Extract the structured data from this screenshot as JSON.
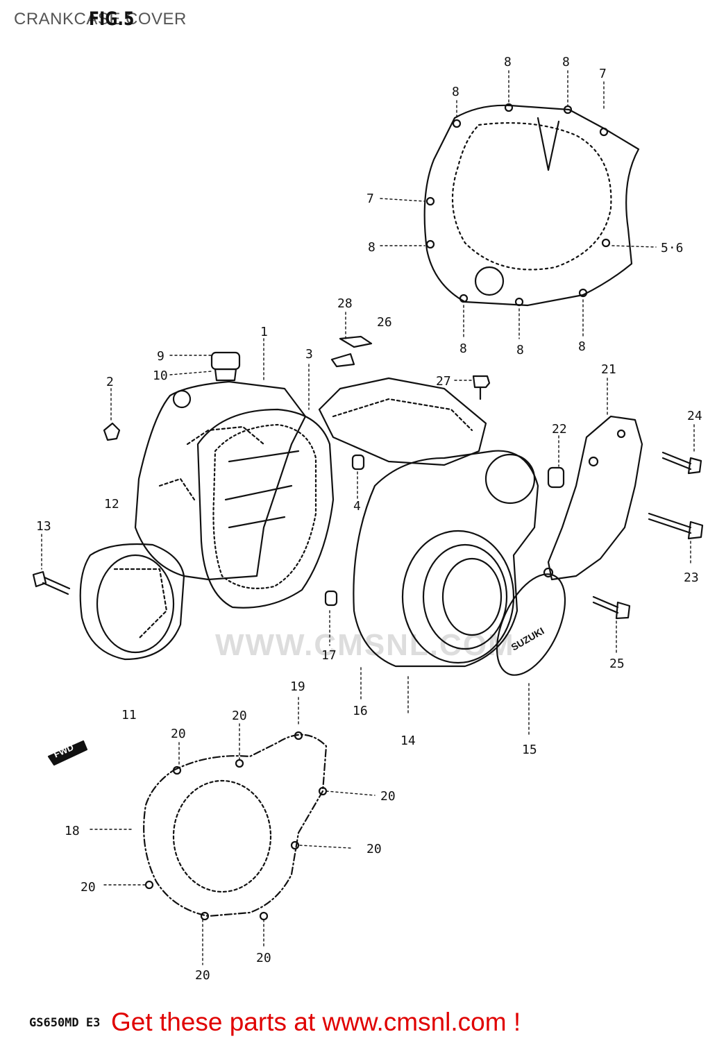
{
  "header": {
    "title": "CRANKCASE COVER",
    "fig_label": "FIG.5"
  },
  "watermark": "WWW.CMSNL.COM",
  "fwd_marker": "FWD",
  "brand_badge": "SUZUKI",
  "part_labels": [
    {
      "id": "8-a",
      "text": "8"
    },
    {
      "id": "8-b",
      "text": "8"
    },
    {
      "id": "7-a",
      "text": "7"
    },
    {
      "id": "8-c",
      "text": "8"
    },
    {
      "id": "7-b",
      "text": "7"
    },
    {
      "id": "8-d",
      "text": "8"
    },
    {
      "id": "5-6",
      "text": "5·6"
    },
    {
      "id": "8-e",
      "text": "8"
    },
    {
      "id": "8-f",
      "text": "8"
    },
    {
      "id": "8-g",
      "text": "8"
    },
    {
      "id": "28",
      "text": "28"
    },
    {
      "id": "26",
      "text": "26"
    },
    {
      "id": "1",
      "text": "1"
    },
    {
      "id": "3",
      "text": "3"
    },
    {
      "id": "9",
      "text": "9"
    },
    {
      "id": "10",
      "text": "10"
    },
    {
      "id": "2",
      "text": "2"
    },
    {
      "id": "27",
      "text": "27"
    },
    {
      "id": "21",
      "text": "21"
    },
    {
      "id": "24",
      "text": "24"
    },
    {
      "id": "22",
      "text": "22"
    },
    {
      "id": "4",
      "text": "4"
    },
    {
      "id": "12",
      "text": "12"
    },
    {
      "id": "13",
      "text": "13"
    },
    {
      "id": "23",
      "text": "23"
    },
    {
      "id": "17",
      "text": "17"
    },
    {
      "id": "25",
      "text": "25"
    },
    {
      "id": "19",
      "text": "19"
    },
    {
      "id": "11",
      "text": "11"
    },
    {
      "id": "16",
      "text": "16"
    },
    {
      "id": "14",
      "text": "14"
    },
    {
      "id": "15",
      "text": "15"
    },
    {
      "id": "20-a",
      "text": "20"
    },
    {
      "id": "20-b",
      "text": "20"
    },
    {
      "id": "20-c",
      "text": "20"
    },
    {
      "id": "18",
      "text": "18"
    },
    {
      "id": "20-d",
      "text": "20"
    },
    {
      "id": "20-e",
      "text": "20"
    },
    {
      "id": "20-f",
      "text": "20"
    },
    {
      "id": "20-g",
      "text": "20"
    }
  ],
  "footer": {
    "model_code": "GS650MD E3",
    "promo_text": "Get these parts at www.cmsnl.com !"
  },
  "colors": {
    "promo": "#e00000",
    "lines": "#111111",
    "watermark": "#dddddd"
  }
}
